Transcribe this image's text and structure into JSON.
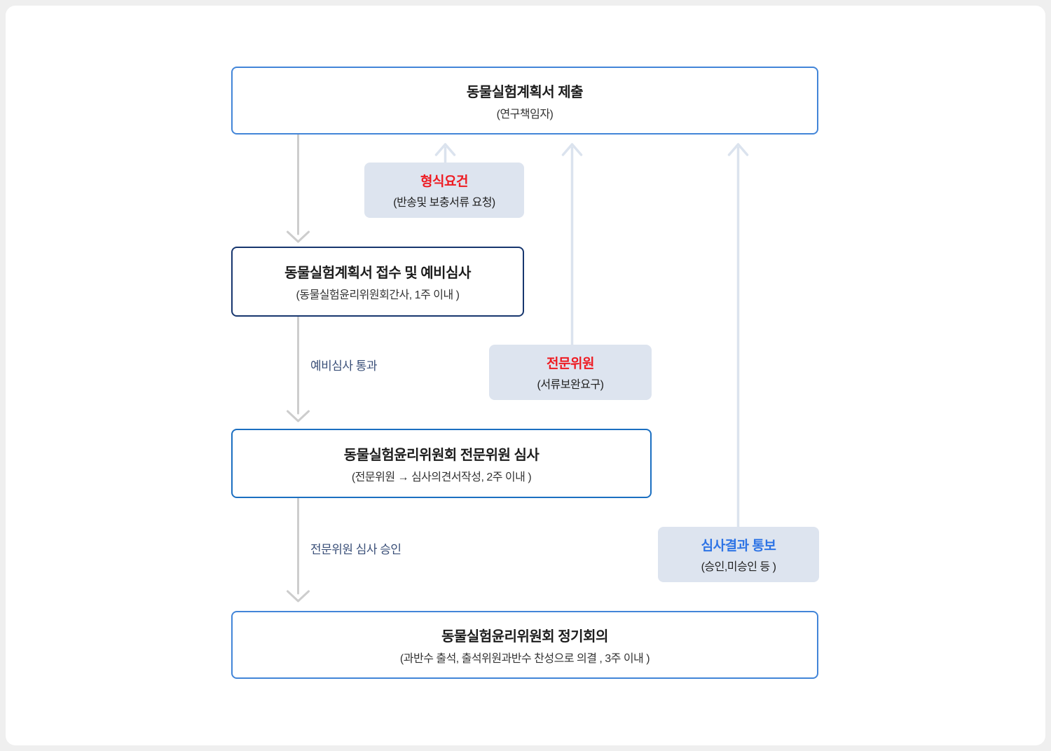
{
  "flow": {
    "boxes": [
      {
        "id": "submit",
        "title": "동물실험계획서 제출",
        "subtitle": "(연구책임자)"
      },
      {
        "id": "receipt",
        "title": "동물실험계획서 접수 및 예비심사",
        "subtitle": "(동물실험윤리위원회간사, 1주 이내 )"
      },
      {
        "id": "review",
        "title": "동물실험윤리위원회 전문위원 심사",
        "subtitle": "(전문위원 → 심사의견서작성, 2주 이내 )"
      },
      {
        "id": "meeting",
        "title": "동물실험윤리위원회 정기회의",
        "subtitle": "(과반수 출석, 출석위원과반수 찬성으로 의결 , 3주 이내 )"
      }
    ],
    "callouts": [
      {
        "id": "formal",
        "title": "형식요건",
        "subtitle": "(반송및 보충서류 요청)",
        "title_color": "#ee1b22"
      },
      {
        "id": "expert",
        "title": "전문위원",
        "subtitle": "(서류보완요구)",
        "title_color": "#ee1b22"
      },
      {
        "id": "notify",
        "title": "심사결과 통보",
        "subtitle": "(승인,미승인 등  )",
        "title_color": "#2e74e5"
      }
    ],
    "edge_labels": [
      {
        "id": "pass",
        "text": "예비심사 통과"
      },
      {
        "id": "approve",
        "text": "전문위원 심사 승인"
      }
    ]
  },
  "colors": {
    "page_background": "#efefef",
    "card_background": "#ffffff",
    "box_border_blue": "#4285d8",
    "box_border_navy": "#17366e",
    "box_border_medium_blue": "#1b6fc1",
    "callout_background": "#dde4ef",
    "down_arrow": "#cdcdcd",
    "up_arrow": "#dbe3ee",
    "edge_label_text": "#3a4f78"
  }
}
